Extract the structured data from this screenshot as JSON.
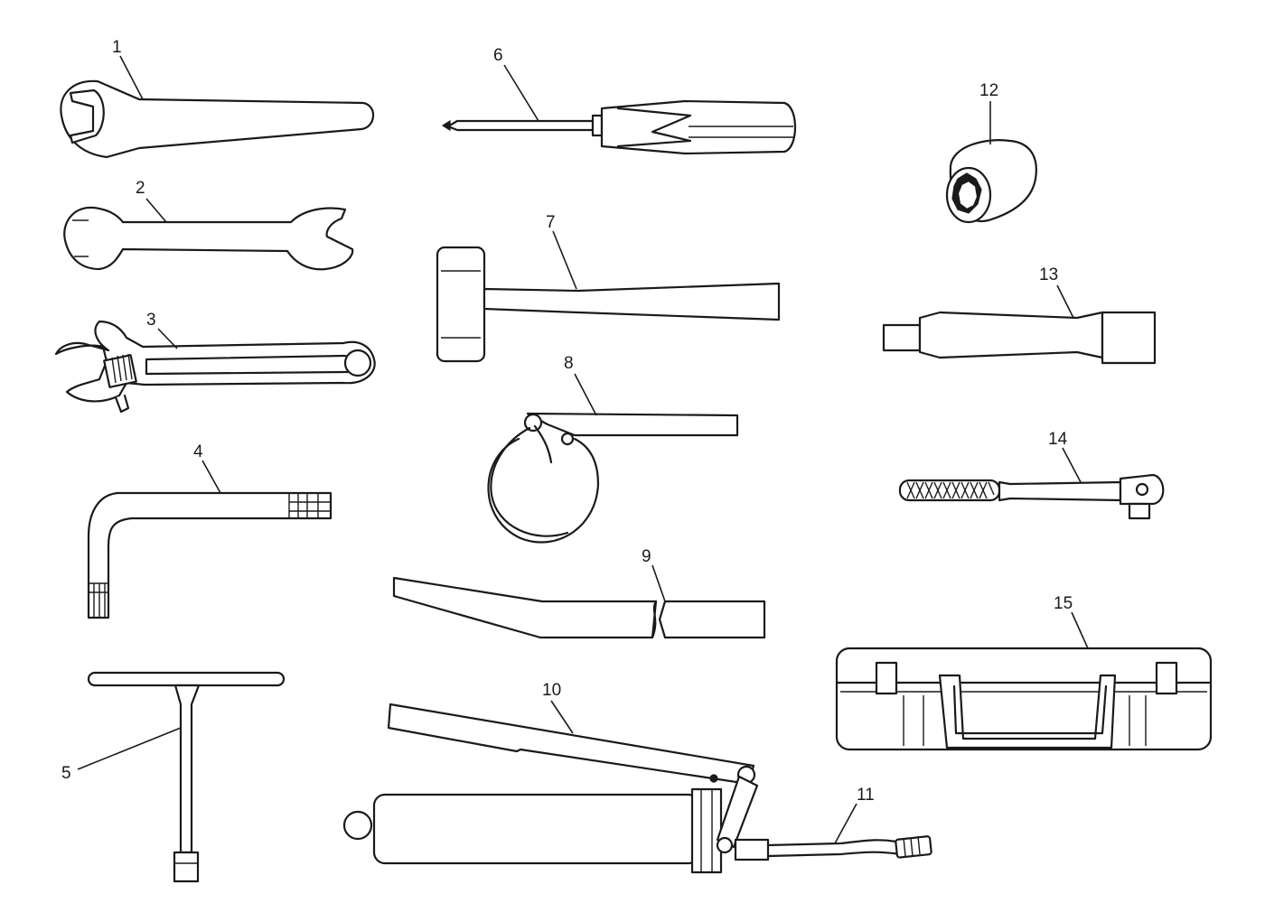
{
  "callouts": {
    "c1": "1",
    "c2": "2",
    "c3": "3",
    "c4": "4",
    "c5": "5",
    "c6": "6",
    "c7": "7",
    "c8": "8",
    "c9": "9",
    "c10": "10",
    "c11": "11",
    "c12": "12",
    "c13": "13",
    "c14": "14",
    "c15": "15"
  },
  "icons": [
    "open-end-wrench-icon",
    "double-open-end-wrench-icon",
    "adjustable-wrench-icon",
    "hex-key-icon",
    "t-handle-wrench-icon",
    "screwdriver-icon",
    "hammer-icon",
    "filter-wrench-icon",
    "pry-bar-icon",
    "grease-gun-icon",
    "grease-hose-icon",
    "socket-icon",
    "extension-bar-icon",
    "ratchet-icon",
    "tool-case-icon"
  ]
}
